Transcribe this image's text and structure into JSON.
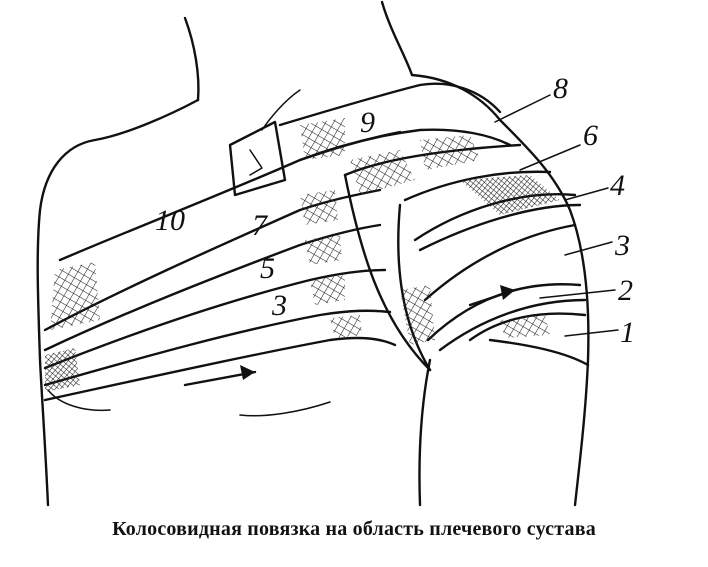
{
  "caption": "Колосовидная повязка на область плечевого сустава",
  "labels": [
    {
      "id": "1",
      "text": "1"
    },
    {
      "id": "2",
      "text": "2"
    },
    {
      "id": "3",
      "text": "3"
    },
    {
      "id": "4",
      "text": "4"
    },
    {
      "id": "6",
      "text": "6"
    },
    {
      "id": "8",
      "text": "8"
    },
    {
      "id": "9",
      "text": "9"
    },
    {
      "id": "10",
      "text": "10"
    },
    {
      "id": "7",
      "text": "7"
    },
    {
      "id": "5",
      "text": "5"
    },
    {
      "id": "3b",
      "text": "3"
    }
  ]
}
